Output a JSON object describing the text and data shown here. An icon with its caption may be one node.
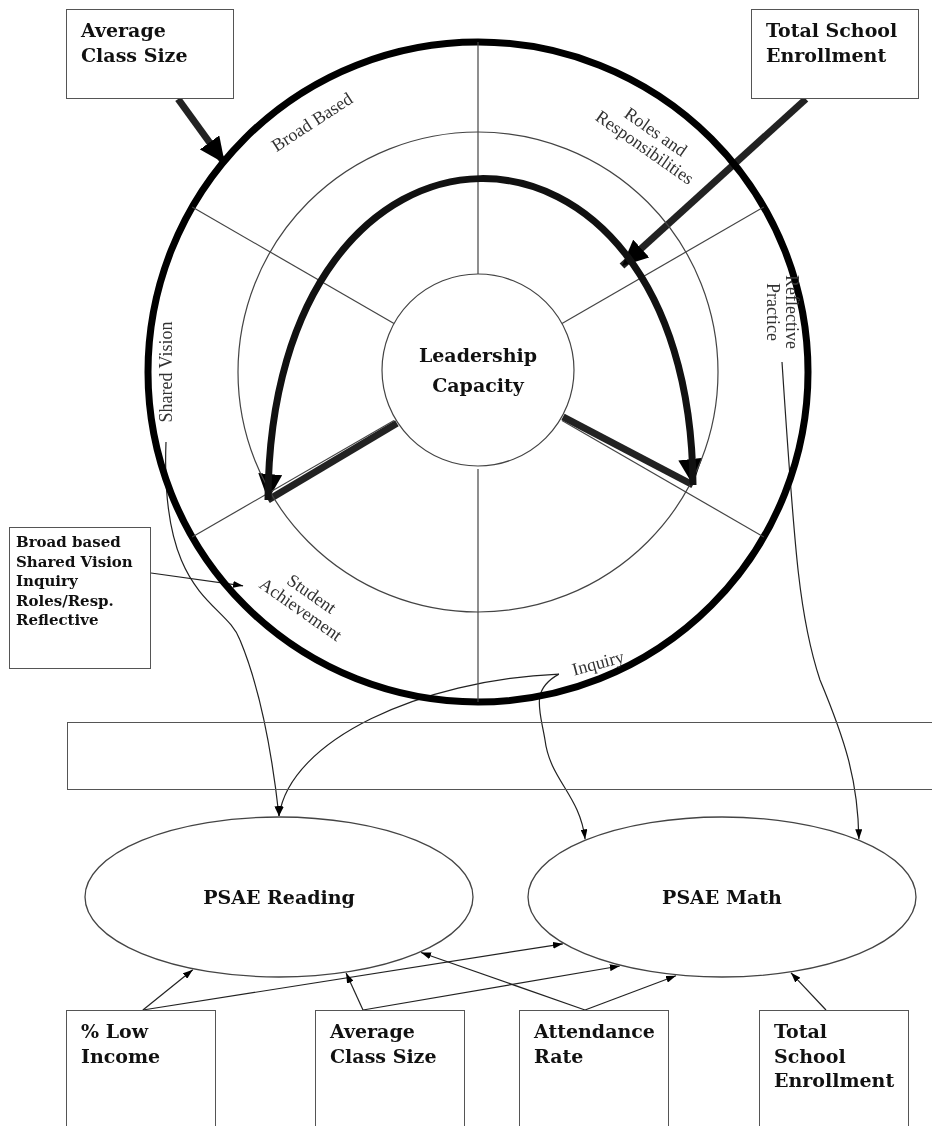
{
  "diagram": {
    "nodes": [
      {
        "text": [
          "Average Class Size"
        ]
      },
      {
        "text": [
          "Total School Enrollment"
        ]
      },
      {
        "text": [],
        "shape": "circle"
      },
      {
        "text": [
          "Broad Based"
        ],
        "in": 2
      },
      {
        "text": [
          "Roles and Responsibilities"
        ],
        "in": 2
      },
      {
        "text": [
          "Shared Vision"
        ],
        "in": 2
      },
      {
        "text": [
          "Leadership Capacity"
        ],
        "in": 2
      },
      {
        "text": [
          "Reflective Practice"
        ],
        "in": 2
      },
      {
        "text": [
          "Student Achievement"
        ],
        "in": 2
      },
      {
        "text": [
          "Inquiry"
        ],
        "in": 2
      },
      {
        "text": [
          "Broad based",
          "Shared Vision",
          "Inquiry",
          "Roles/Resp.",
          "Reflective"
        ]
      },
      {
        "text": [],
        "shape": "box"
      },
      {
        "text": [
          "PSAE Reading"
        ]
      },
      {
        "text": [
          "PSAE Math"
        ]
      },
      {
        "text": [
          "% Low Income"
        ]
      },
      {
        "text": [
          "Average Class Size"
        ]
      },
      {
        "text": [
          "Attendance Rate"
        ]
      },
      {
        "text": [
          "Total School Enrollment"
        ]
      }
    ],
    "edges": [
      {
        "from": 0,
        "to": 2,
        "arrow": "to",
        "style": "thick"
      },
      {
        "from": 1,
        "to": null,
        "arrow": "to",
        "style": "thick"
      },
      {
        "from": 6,
        "to": null,
        "arrow": "to",
        "style": "thick"
      },
      {
        "from": 6,
        "to": null,
        "arrow": "to",
        "style": "thick"
      },
      {
        "from": 10,
        "to": 8,
        "arrow": "to"
      },
      {
        "from": 5,
        "to": 12,
        "arrow": "to"
      },
      {
        "from": 9,
        "to": 12,
        "arrow": "to"
      },
      {
        "from": 9,
        "to": 13,
        "arrow": "to"
      },
      {
        "from": 7,
        "to": 13,
        "arrow": "to"
      },
      {
        "from": 14,
        "to": 12,
        "arrow": "to"
      },
      {
        "from": 14,
        "to": 13,
        "arrow": "to"
      },
      {
        "from": 15,
        "to": 12,
        "arrow": "to"
      },
      {
        "from": 15,
        "to": 13,
        "arrow": "to"
      },
      {
        "from": 16,
        "to": 12,
        "arrow": "to"
      },
      {
        "from": 16,
        "to": 13,
        "arrow": "to"
      },
      {
        "from": 17,
        "to": 13,
        "arrow": "to"
      }
    ]
  }
}
